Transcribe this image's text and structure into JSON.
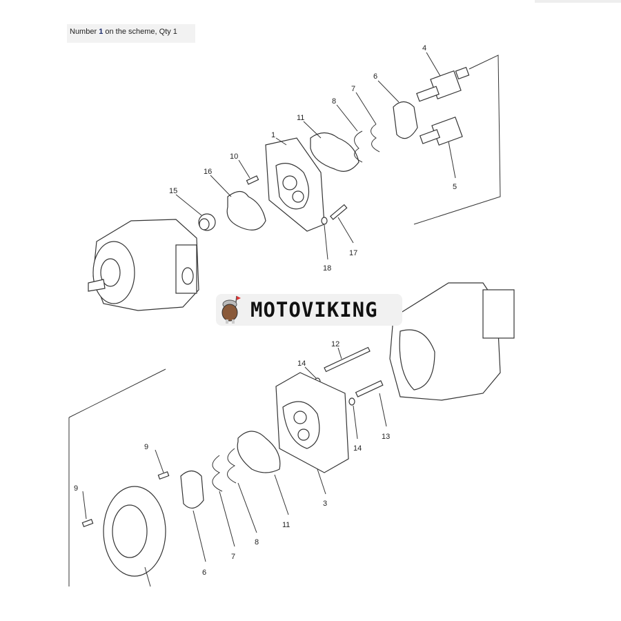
{
  "caption": {
    "prefix": "Number ",
    "number": "1",
    "suffix": " on the scheme, Qty 1"
  },
  "logo": {
    "text": "MOTOVIKING",
    "icon": "viking-mascot-icon"
  },
  "callouts": {
    "c4": "4",
    "c6a": "6",
    "c7a": "7",
    "c8a": "8",
    "c11a": "11",
    "c1": "1",
    "c10": "10",
    "c16": "16",
    "c15": "15",
    "c5": "5",
    "c17": "17",
    "c18": "18",
    "c12": "12",
    "c14a": "14",
    "c13": "13",
    "c14b": "14",
    "c3": "3",
    "c11b": "11",
    "c8b": "8",
    "c7b": "7",
    "c6b": "6",
    "c9a": "9",
    "c9b": "9"
  },
  "colors": {
    "line": "#333333",
    "caption_bg": "#f2f2f2",
    "logo_bg": "#f1f1f1"
  }
}
